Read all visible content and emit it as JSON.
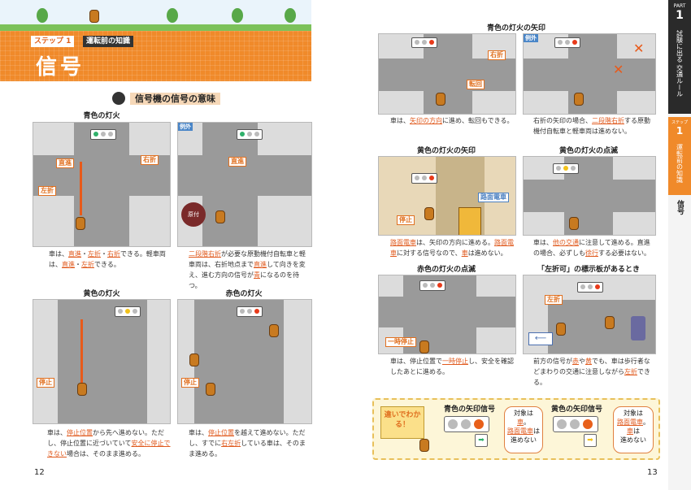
{
  "header": {
    "step_badge": "ステップ 1",
    "step_title": "運転前の知識",
    "title": "信号"
  },
  "section_title": "信号機の信号の意味",
  "panels": {
    "green": {
      "title": "青色の灯火",
      "labels": [
        "直進",
        "右折",
        "左折"
      ],
      "text_parts": [
        "車は、",
        "直進",
        "・",
        "左折",
        "・",
        "右折",
        "できる。軽車両は、",
        "直進",
        "・",
        "左折",
        "できる。"
      ]
    },
    "exception1": {
      "badge": "例外",
      "sign": "原付",
      "text_parts": [
        "二段階右折",
        "が必要な原動機付自転車と軽車両は、右折地点まで",
        "直進",
        "して向きを変え、進む方向の信号が",
        "青",
        "になるのを待つ。"
      ]
    },
    "yellow": {
      "title": "黄色の灯火",
      "stop": "停止",
      "text_parts": [
        "車は、",
        "停止位置",
        "から先へ進めない。ただし、停止位置に近づいていて",
        "安全に停止できない",
        "場合は、そのまま進める。"
      ]
    },
    "red": {
      "title": "赤色の灯火",
      "stop": "停止",
      "text_parts": [
        "車は、",
        "停止位置",
        "を越えて進めない。ただし、すでに",
        "右左折",
        "している車は、そのまま進める。"
      ]
    },
    "green_arrow": {
      "title": "青色の灯火の矢印",
      "labels": [
        "右折",
        "転回"
      ],
      "text_parts": [
        "車は、",
        "矢印の方向",
        "に進め、転回もできる。"
      ]
    },
    "exception2": {
      "badge": "例外",
      "text_parts": [
        "右折の矢印の場合、",
        "二段階右折",
        "する原動機付自転車と軽車両は進めない。"
      ]
    },
    "yellow_arrow": {
      "title": "黄色の灯火の矢印",
      "labels": [
        "路面電車",
        "停止"
      ],
      "text_parts": [
        "路面電車",
        "は、矢印の方向に進める。",
        "路面電車",
        "に対する信号なので、",
        "車",
        "は進めない。"
      ]
    },
    "yellow_flash": {
      "title": "黄色の灯火の点滅",
      "text_parts": [
        "車は、",
        "他の交通",
        "に注意して進める。直進の場合、必ずしも",
        "徐行",
        "する必要はない。"
      ]
    },
    "red_flash": {
      "title": "赤色の灯火の点滅",
      "labels": [
        "一時停止"
      ],
      "text_parts": [
        "車は、停止位置で",
        "一時停止",
        "し、安全を確認したあとに進める。"
      ]
    },
    "left_turn_sign": {
      "title": "「左折可」の標示板があるとき",
      "labels": [
        "左折"
      ],
      "text_parts": [
        "前方の信号が",
        "赤",
        "や",
        "黄",
        "でも、車は歩行者などまわりの交通に注意しながら",
        "左折",
        "できる。"
      ]
    }
  },
  "bottom": {
    "badge": "違いでわかる！",
    "green_arrow_title": "青色の矢印信号",
    "green_arrow_bubble": [
      "対象は",
      "車",
      "。",
      "路面電車",
      "は",
      "進めない"
    ],
    "yellow_arrow_title": "黄色の矢印信号",
    "yellow_arrow_bubble": [
      "対象は",
      "路面電車",
      "。",
      "車",
      "は",
      "進めない"
    ]
  },
  "page_numbers": {
    "left": "12",
    "right": "13"
  },
  "side_tab": {
    "part_label": "PART",
    "part_num": "1",
    "part_title": "試験に出る 交通ルール",
    "step_label": "ステップ",
    "step_num": "1",
    "step_title": "運転前の知識",
    "topic": "信号"
  }
}
